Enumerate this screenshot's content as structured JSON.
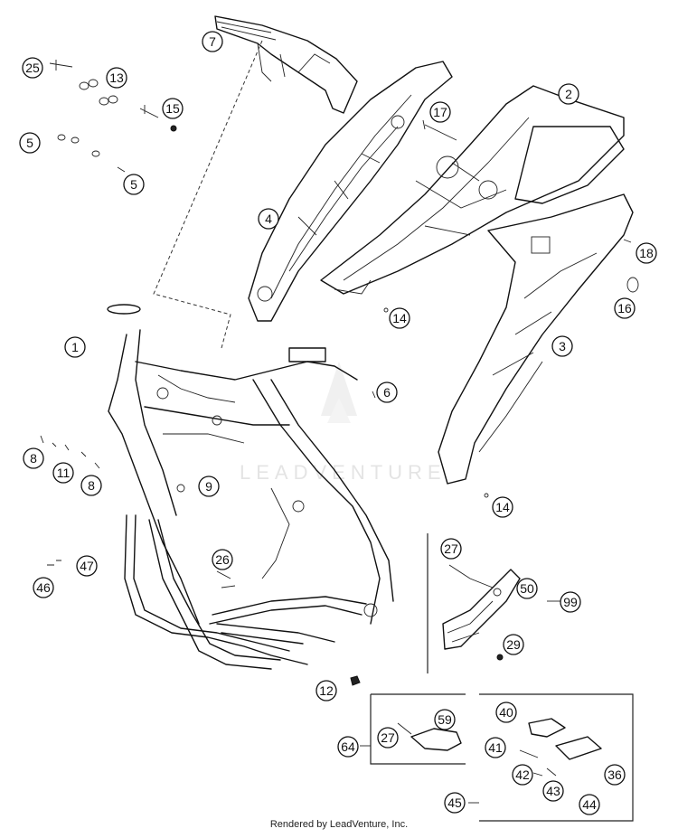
{
  "footer": {
    "text": "Rendered by LeadVenture, Inc."
  },
  "watermark": {
    "text": "LEADVENTURE"
  },
  "callouts": [
    "25",
    "13",
    "15",
    "5",
    "5",
    "7",
    "4",
    "17",
    "2",
    "18",
    "16",
    "14",
    "3",
    "1",
    "6",
    "8",
    "11",
    "8",
    "9",
    "14",
    "46",
    "47",
    "26",
    "27",
    "50",
    "99",
    "29",
    "12",
    "64",
    "27",
    "59",
    "40",
    "41",
    "42",
    "43",
    "36",
    "45",
    "44"
  ]
}
